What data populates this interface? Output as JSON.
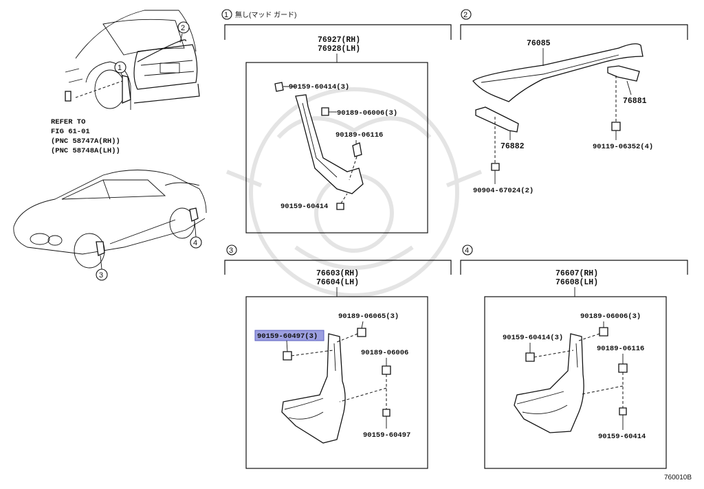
{
  "overview": {
    "refer": [
      "REFER TO",
      "FIG 61-01",
      "(PNC 58747A(RH))",
      "(PNC 58748A(LH))"
    ],
    "callouts": [
      "1",
      "2",
      "3",
      "4"
    ]
  },
  "sections": {
    "s1": {
      "num": "1",
      "header": "無し(マッド ガード)",
      "title_rh": "76927(RH)",
      "title_lh": "76928(LH)",
      "parts": [
        "90159-60414(3)",
        "90189-06006(3)",
        "90189-06116",
        "90159-60414"
      ]
    },
    "s2": {
      "num": "2",
      "parts": [
        "76085",
        "76881",
        "76882",
        "90119-06352(4)",
        "90904-67024(2)"
      ]
    },
    "s3": {
      "num": "3",
      "title_rh": "76603(RH)",
      "title_lh": "76604(LH)",
      "highlighted": "90159-60497(3)",
      "parts": [
        "90189-06065(3)",
        "90189-06006",
        "90159-60497"
      ]
    },
    "s4": {
      "num": "4",
      "title_rh": "76607(RH)",
      "title_lh": "76608(LH)",
      "parts": [
        "90189-06006(3)",
        "90159-60414(3)",
        "90189-06116",
        "90159-60414"
      ]
    }
  },
  "figure_code": "760010B"
}
